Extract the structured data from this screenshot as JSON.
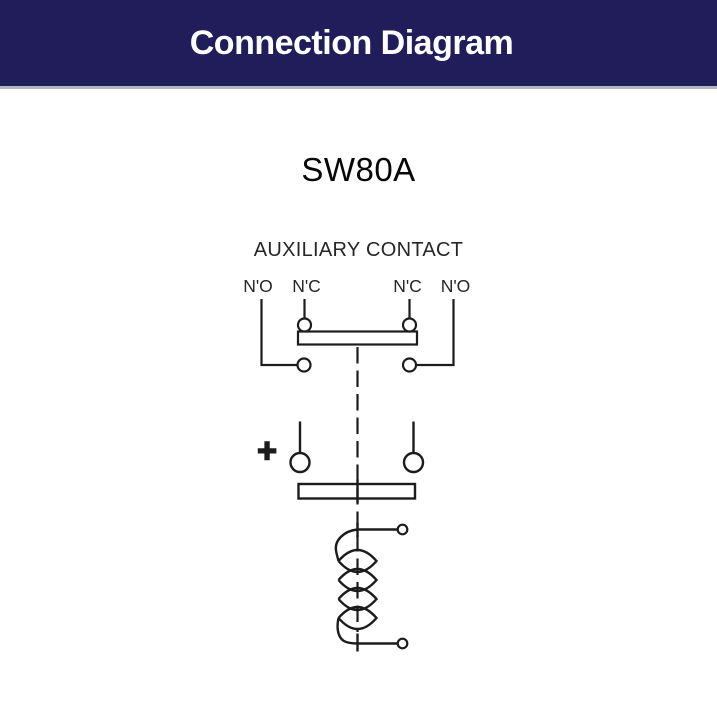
{
  "header": {
    "title": "Connection Diagram",
    "background_color": "#211d5a",
    "title_color": "#ffffff"
  },
  "model": {
    "title": "SW80A"
  },
  "diagram": {
    "section_label": "AUXILIARY CONTACT",
    "terminal_labels": [
      "N'O",
      "N'C",
      "N'C",
      "N'O"
    ],
    "polarity_marker": "+",
    "line_color": "#1c1c1c"
  }
}
